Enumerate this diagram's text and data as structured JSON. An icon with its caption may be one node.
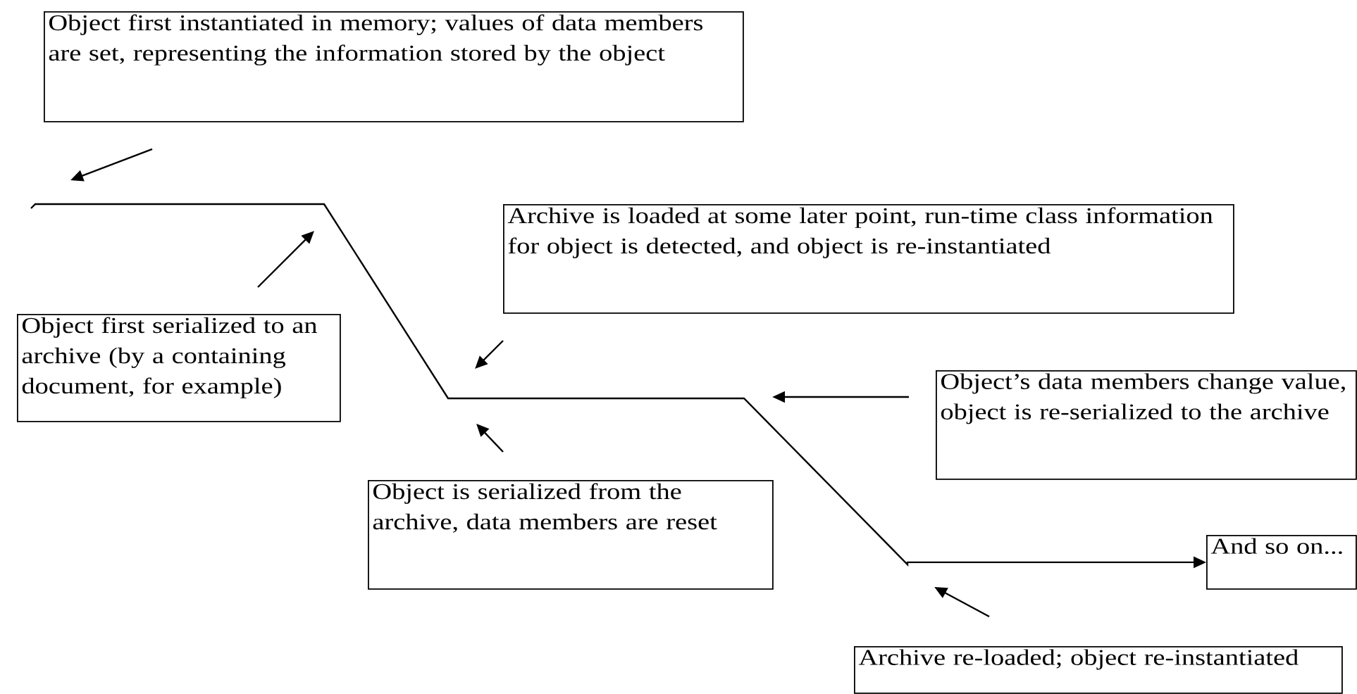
{
  "diagram": {
    "nodes": [
      {
        "text": [
          "Object first instantiated in memory; values of data members are set, representing the information stored by the object"
        ]
      },
      {
        "text": [
          "Archive is loaded at some later point, run-time class information for object is detected, and object is re-instantiated"
        ]
      },
      {
        "text": [
          "Object first serialized to an archive (by a containing document, for example)"
        ]
      },
      {
        "text": [
          "Object’s data members change value, object is re-serialized to the archive"
        ]
      },
      {
        "text": [
          "Object is serialized from the archive, data members are reset"
        ]
      },
      {
        "text": [
          "And so on..."
        ]
      },
      {
        "text": [
          "Archive re-loaded; object re-instantiated"
        ]
      }
    ],
    "edges": [
      {
        "from": null,
        "to": 5,
        "arrow": "to"
      }
    ]
  }
}
